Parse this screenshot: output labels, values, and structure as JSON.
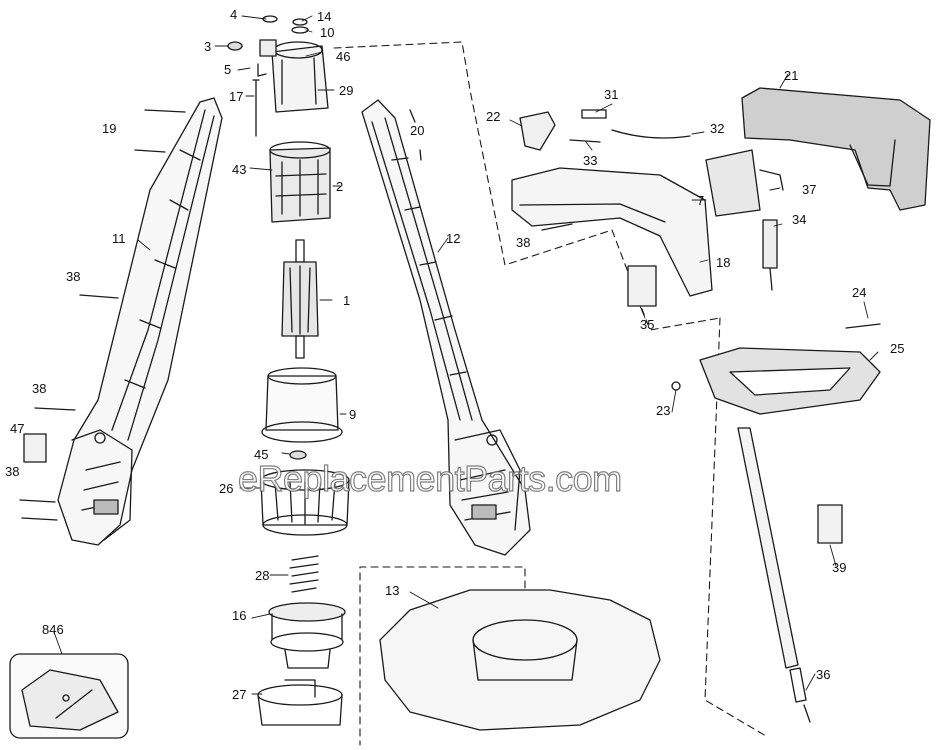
{
  "watermark": "eReplacementParts.com",
  "part_numbers": {
    "p1": "1",
    "p2": "2",
    "p3": "3",
    "p4": "4",
    "p5": "5",
    "p7": "7",
    "p9": "9",
    "p10": "10",
    "p11": "11",
    "p12": "12",
    "p13": "13",
    "p14": "14",
    "p16": "16",
    "p17": "17",
    "p18": "18",
    "p19": "19",
    "p20": "20",
    "p21": "21",
    "p22": "22",
    "p23": "23",
    "p24": "24",
    "p25": "25",
    "p26": "26",
    "p27": "27",
    "p28": "28",
    "p29": "29",
    "p31": "31",
    "p32": "32",
    "p33": "33",
    "p34": "34",
    "p35": "35",
    "p36": "36",
    "p37": "37",
    "p38": "38",
    "p39": "39",
    "p43": "43",
    "p45": "45",
    "p46": "46",
    "p47": "47",
    "p846": "846"
  }
}
